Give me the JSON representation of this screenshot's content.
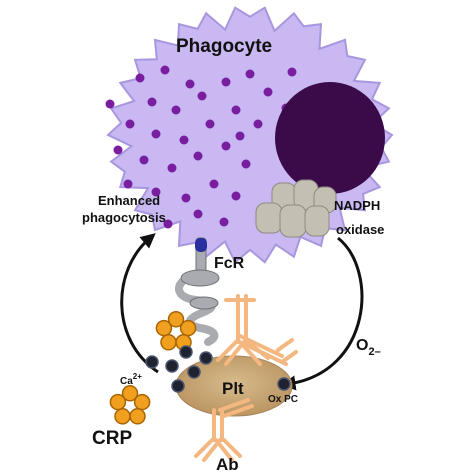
{
  "labels": {
    "phagocyte": "Phagocyte",
    "enhanced_line1": "Enhanced",
    "enhanced_line2": "phagocytosis",
    "nadph_line1": "NADPH",
    "nadph_line2": "oxidase",
    "fcr": "FcR",
    "o2_main": "O",
    "o2_sub": "2–",
    "ca_main": "Ca",
    "ca_sup": "2+",
    "plt": "Plt",
    "oxpc": "Ox PC",
    "crp": "CRP",
    "ab": "Ab"
  },
  "colors": {
    "cell_fill": "#c9b8f2",
    "cell_stroke": "#a896de",
    "granule": "#7a1ea0",
    "nucleus": "#3b0a49",
    "nadph": "#c4bfb3",
    "receptor": "#a9abb0",
    "receptor_cap": "#2a2fa0",
    "crp": "#f0a01e",
    "antibody": "#f3b77f",
    "platelet": "#c8a878",
    "oxpc_bead": "#1f2330"
  }
}
